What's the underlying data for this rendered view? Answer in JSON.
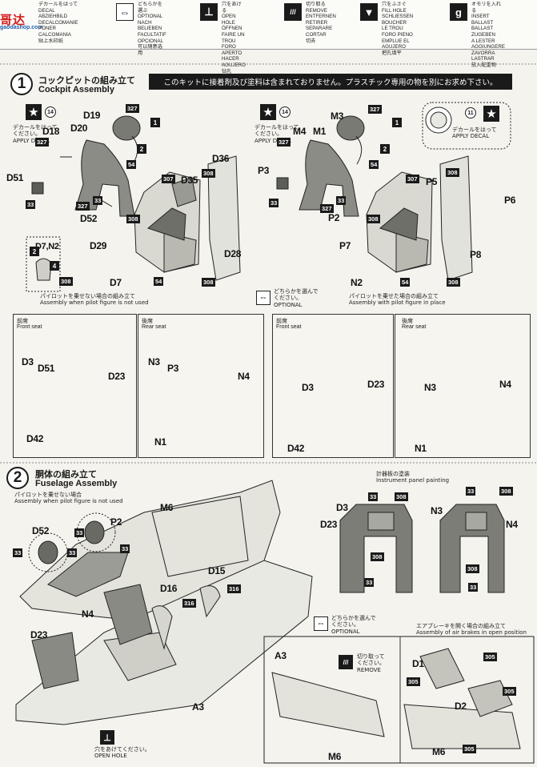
{
  "legend": {
    "watermark": "哥达",
    "watermark_sub": "gaodashop.com",
    "items": [
      {
        "icon": "decal-icon",
        "glyph": "▭",
        "lines": [
          "デカールをはって",
          "DECAL",
          "ABZIEHBILD",
          "DECALCOMANIE",
          "PONER CALCOMANIA",
          "贴上水印纸"
        ]
      },
      {
        "icon": "optional-icon",
        "glyph": "⇔",
        "lines": [
          "どちらかを選ぶ",
          "OPTIONAL",
          "NACH BELIEBEN",
          "FACULTATIF",
          "OPCIONAL",
          "可以随意选用"
        ]
      },
      {
        "icon": "open-hole-icon",
        "glyph": "⊥",
        "lines": [
          "穴をあける",
          "OPEN HOLE",
          "ÖFFNEN",
          "FAIRE UN TROU",
          "FORO APERTO",
          "HACER AGUJERO",
          "钻孔"
        ]
      },
      {
        "icon": "remove-icon",
        "glyph": "///",
        "lines": [
          "切り取る",
          "REMOVE",
          "ENTFERNEN",
          "RETIRER",
          "SEPARARE",
          "CORTAR",
          "切去"
        ]
      },
      {
        "icon": "fill-hole-icon",
        "glyph": "▼",
        "lines": [
          "穴をふさぐ",
          "FILL HOLE",
          "SCHLIESSEN",
          "BOUCHER LE TROU",
          "FORO PIENO",
          "EMPLUE EL AGUJERO",
          "把孔填平"
        ]
      },
      {
        "icon": "ballast-icon",
        "glyph": "g",
        "lines": [
          "オモリを入れる",
          "INSERT BALLAST",
          "BALLAST ZUGEBEN",
          "A LESTER",
          "AGGIUNGERE ZAVORRA",
          "LASTRAR",
          "放入配重物"
        ]
      }
    ]
  },
  "step1": {
    "num": "1",
    "title_jp": "コックピットの組み立て",
    "title_en": "Cockpit Assembly",
    "banner": "このキットに接着剤及び塗料は含まれておりません。プラスチック専用の物を別にお求め下さい。",
    "left_labels": [
      "D19",
      "D18",
      "D20",
      "D51",
      "D52",
      "D36",
      "D35",
      "D29",
      "D28",
      "D7",
      "D7,N2"
    ],
    "right_labels": [
      "M3",
      "M4",
      "M1",
      "P3",
      "P2",
      "P5",
      "P6",
      "P7",
      "P8",
      "N2"
    ],
    "colors": [
      "327",
      "54",
      "33",
      "307",
      "308"
    ],
    "decal_note": [
      "デカールをはって",
      "ください。",
      "APPLY DECAL"
    ],
    "decal_num": "14",
    "decal_num_right": "11",
    "num1": "1",
    "num2": "2",
    "num4": "4",
    "opt_jp": [
      "どちらかを選んで",
      "ください。"
    ],
    "opt_en": "OPTIONAL",
    "no_pilot_jp": "パイロットを乗せない場合の組み立て",
    "no_pilot_en": "Assembly when pilot figure is not used",
    "pilot_jp": "パイロットを乗せた場合の組み立て",
    "pilot_en": "Assembly with pilot figure in place",
    "panels": [
      {
        "jp": "前席",
        "en": "Front seat",
        "labels": [
          "D3",
          "D51",
          "D23",
          "D42"
        ]
      },
      {
        "jp": "後席",
        "en": "Rear seat",
        "labels": [
          "N3",
          "P3",
          "N4",
          "N1"
        ]
      },
      {
        "jp": "前席",
        "en": "Front seat",
        "labels": [
          "D3",
          "D23",
          "D42"
        ]
      },
      {
        "jp": "後席",
        "en": "Rear seat",
        "labels": [
          "N3",
          "N4",
          "N1"
        ]
      }
    ]
  },
  "step2": {
    "num": "2",
    "title_jp": "胴体の組み立て",
    "title_en": "Fuselage Assembly",
    "no_pilot_jp": "パイロットを乗せない場合",
    "no_pilot_en": "Assembly when pilot figure is not used",
    "labels": [
      "D52",
      "P2",
      "M6",
      "N4",
      "D16",
      "D15",
      "D23",
      "A3"
    ],
    "colors": [
      "33",
      "316",
      "305"
    ],
    "instrument_jp": "計器板の塗装",
    "instrument_en": "Instrument panel painting",
    "instrument_labels": [
      "D3",
      "D23",
      "N3",
      "N4"
    ],
    "instrument_colors": [
      "33",
      "308"
    ],
    "opt_jp": [
      "どちらかを選んで",
      "ください。"
    ],
    "opt_en": "OPTIONAL",
    "airbrake_jp": "エアブレーキを開く場合の組み立て",
    "airbrake_en": "Assembly of air brakes in open position",
    "remove_jp": [
      "切り取って",
      "ください。"
    ],
    "remove_en": "REMOVE",
    "open_hole_jp": "穴をあけて",
    "open_hole_jp2": "ください。",
    "open_hole_en": "OPEN HOLE",
    "bottom_labels": [
      "A3",
      "M6",
      "D1",
      "D2",
      "M6"
    ]
  }
}
